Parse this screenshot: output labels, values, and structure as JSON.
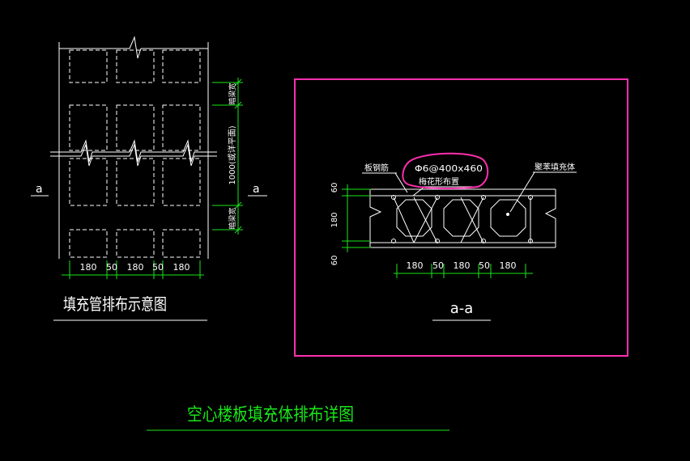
{
  "colors": {
    "background": "#000000",
    "linework": "#ffffff",
    "dimension": "#19e619",
    "highlight": "#ff2fae"
  },
  "plan": {
    "caption": "填充管排布示意图",
    "section_mark_left": "a",
    "section_mark_right": "a",
    "dim_bottom": [
      "180",
      "50",
      "180",
      "50",
      "180"
    ],
    "dim_side_top": "暗梁宽",
    "dim_side_mid": "1000(或详平面)",
    "dim_side_bottom": "暗梁宽"
  },
  "section": {
    "label_left": "板钢筋",
    "label_mid_top": "Φ6@400x460",
    "label_mid_bottom": "梅花形布置",
    "label_right": "聚苯填充体",
    "dim_left": [
      "60",
      "180",
      "60"
    ],
    "dim_bottom": [
      "180",
      "50",
      "180",
      "50",
      "180"
    ],
    "caption": "a-a"
  },
  "title": "空心楼板填充体排布详图"
}
